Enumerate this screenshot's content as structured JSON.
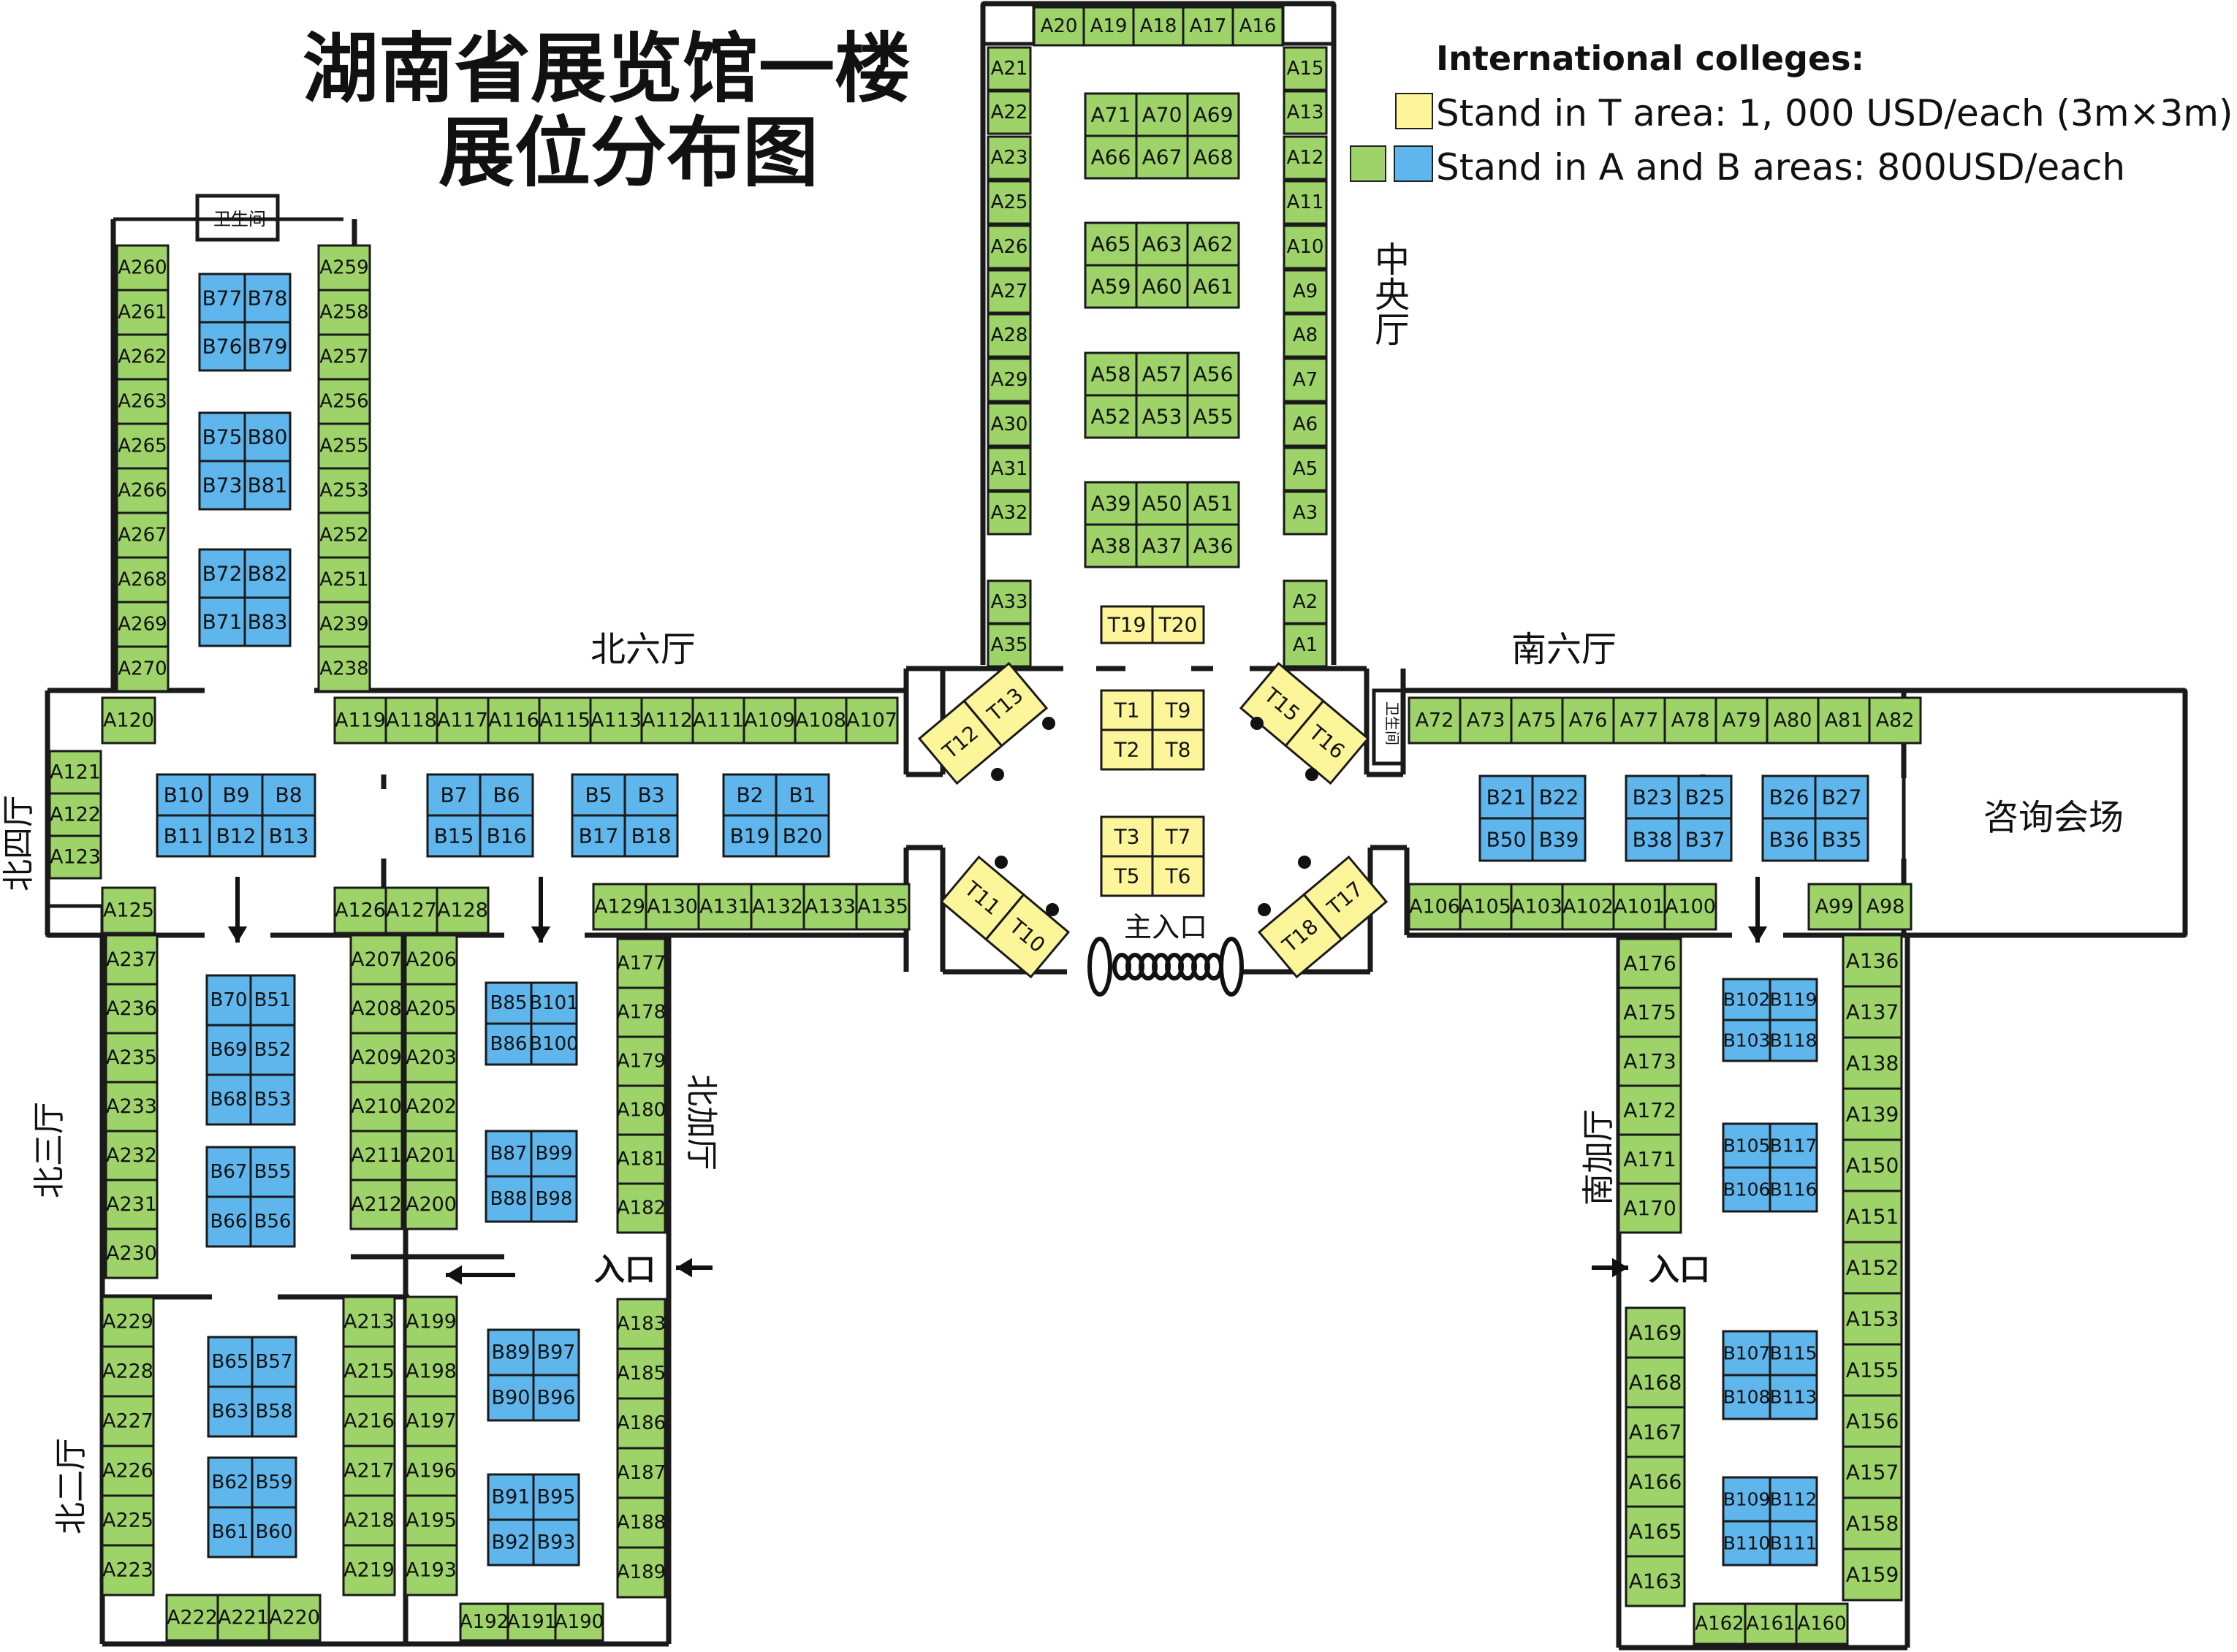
{
  "title": {
    "line1": "湖南省展览馆一楼",
    "line2": "展位分布图"
  },
  "legend": {
    "heading": "International colleges:",
    "t_line": "Stand in T area: 1, 000  USD/each  (3m×3m)",
    "ab_line": "Stand in A  and B areas: 800USD/each"
  },
  "colors": {
    "a_stand": "#9ed36a",
    "b_stand": "#5fb6ec",
    "t_stand": "#fdf59a",
    "wall": "#1a1a1a"
  },
  "halls": {
    "central": "中央厅",
    "north6": "北六厅",
    "south6": "南六厅",
    "north4": "北四厅",
    "north3": "北三厅",
    "north2": "北二厅",
    "north_add": "北加厅",
    "south_add": "南加厅",
    "consult": "咨询会场"
  },
  "labels": {
    "toilet_top": "卫生间",
    "toilet_right": "卫生间",
    "main_entrance": "主入口",
    "entrance_left": "入口",
    "entrance_right": "入口"
  },
  "booths": {
    "central_left": [
      "A21",
      "A22",
      "A23",
      "A25",
      "A26",
      "A27",
      "A28",
      "A29",
      "A30",
      "A31",
      "A32",
      "A33",
      "A35"
    ],
    "central_right": [
      "A15",
      "A13",
      "A12",
      "A11",
      "A10",
      "A9",
      "A8",
      "A7",
      "A6",
      "A5",
      "A3",
      "A2",
      "A1"
    ],
    "central_top": [
      "A20",
      "A19",
      "A18",
      "A17",
      "A16"
    ],
    "central_blocks": [
      [
        "A71",
        "A70",
        "A69"
      ],
      [
        "A66",
        "A67",
        "A68"
      ],
      [
        "A65",
        "A63",
        "A62"
      ],
      [
        "A59",
        "A60",
        "A61"
      ],
      [
        "A58",
        "A57",
        "A56"
      ],
      [
        "A52",
        "A53",
        "A55"
      ],
      [
        "A39",
        "A50",
        "A51"
      ],
      [
        "A38",
        "A37",
        "A36"
      ]
    ],
    "t_center": [
      [
        "T19",
        "T20"
      ],
      [
        "T1",
        "T9"
      ],
      [
        "T2",
        "T8"
      ],
      [
        "T3",
        "T7"
      ],
      [
        "T5",
        "T6"
      ]
    ],
    "t_diag": [
      [
        "T12",
        "T13"
      ],
      [
        "T15",
        "T16"
      ],
      [
        "T11",
        "T10"
      ],
      [
        "T18",
        "T17"
      ]
    ],
    "north6_top": [
      "A119",
      "A118",
      "A117",
      "A116",
      "A115",
      "A113",
      "A112",
      "A111",
      "A109",
      "A108",
      "A107"
    ],
    "north6_bottom": [
      "A129",
      "A130",
      "A131",
      "A132",
      "A133",
      "A135"
    ],
    "north6_mid": [
      "A126",
      "A127",
      "A128"
    ],
    "south6_top": [
      "A72",
      "A73",
      "A75",
      "A76",
      "A77",
      "A78",
      "A79",
      "A80",
      "A81",
      "A82"
    ],
    "south6_bottom": [
      "A106",
      "A105",
      "A103",
      "A102",
      "A101",
      "A100"
    ],
    "south6_bottom_right": [
      "A99",
      "A98"
    ],
    "b_north6": [
      [
        "B10",
        "B9",
        "B8"
      ],
      [
        "B11",
        "B12",
        "B13"
      ],
      [
        "B7",
        "B6"
      ],
      [
        "B15",
        "B16"
      ],
      [
        "B5",
        "B3"
      ],
      [
        "B17",
        "B18"
      ],
      [
        "B2",
        "B1"
      ],
      [
        "B19",
        "B20"
      ]
    ],
    "b_south6": [
      [
        "B21",
        "B22"
      ],
      [
        "B50",
        "B39"
      ],
      [
        "B23",
        "B25"
      ],
      [
        "B38",
        "B37"
      ],
      [
        "B26",
        "B27"
      ],
      [
        "B36",
        "B35"
      ]
    ],
    "north4": [
      "A121",
      "A122",
      "A123"
    ],
    "north4_a": [
      "A120",
      "A125"
    ],
    "n5_left": [
      "A260",
      "A261",
      "A262",
      "A263",
      "A265",
      "A266",
      "A267",
      "A268",
      "A269",
      "A270"
    ],
    "n5_right": [
      "A259",
      "A258",
      "A257",
      "A256",
      "A255",
      "A253",
      "A252",
      "A251",
      "A239",
      "A238"
    ],
    "b_n5": [
      [
        "B77",
        "B78"
      ],
      [
        "B76",
        "B79"
      ],
      [
        "B75",
        "B80"
      ],
      [
        "B73",
        "B81"
      ],
      [
        "B72",
        "B82"
      ],
      [
        "B71",
        "B83"
      ]
    ],
    "n3_left": [
      "A237",
      "A236",
      "A235",
      "A233",
      "A232",
      "A231",
      "A230"
    ],
    "n3_mid1": [
      "A207",
      "A208",
      "A209",
      "A210",
      "A211",
      "A212"
    ],
    "n3_mid2": [
      "A206",
      "A205",
      "A203",
      "A202",
      "A201",
      "A200"
    ],
    "b_n3": [
      [
        "B70",
        "B51"
      ],
      [
        "B69",
        "B52"
      ],
      [
        "B68",
        "B53"
      ],
      [
        "B67",
        "B55"
      ],
      [
        "B66",
        "B56"
      ]
    ],
    "b_n3r": [
      [
        "B85",
        "B101"
      ],
      [
        "B86",
        "B100"
      ],
      [
        "B87",
        "B99"
      ],
      [
        "B88",
        "B98"
      ]
    ],
    "n2_left": [
      "A229",
      "A228",
      "A227",
      "A226",
      "A225",
      "A223"
    ],
    "n2_mid1": [
      "A213",
      "A215",
      "A216",
      "A217",
      "A218",
      "A219"
    ],
    "n2_mid2": [
      "A199",
      "A198",
      "A197",
      "A196",
      "A195",
      "A193"
    ],
    "n2_bottom": [
      "A222",
      "A221",
      "A220"
    ],
    "n2_bottom2": [
      "A192",
      "A191",
      "A190"
    ],
    "b_n2": [
      [
        "B65",
        "B57"
      ],
      [
        "B63",
        "B58"
      ],
      [
        "B62",
        "B59"
      ],
      [
        "B61",
        "B60"
      ]
    ],
    "b_n2r": [
      [
        "B89",
        "B97"
      ],
      [
        "B90",
        "B96"
      ],
      [
        "B91",
        "B95"
      ],
      [
        "B92",
        "B93"
      ]
    ],
    "nadd_upper": [
      "A177",
      "A178",
      "A179",
      "A180",
      "A181",
      "A182"
    ],
    "nadd_lower": [
      "A183",
      "A185",
      "A186",
      "A187",
      "A188",
      "A189"
    ],
    "sadd_upper": [
      "A176",
      "A175",
      "A173",
      "A172",
      "A171",
      "A170"
    ],
    "sadd_lower": [
      "A169",
      "A168",
      "A167",
      "A166",
      "A165",
      "A163"
    ],
    "sadd_bottom": [
      "A162",
      "A161",
      "A160"
    ],
    "s_right": [
      "A136",
      "A137",
      "A138",
      "A139",
      "A150",
      "A151",
      "A152",
      "A153",
      "A155",
      "A156",
      "A157",
      "A158",
      "A159"
    ],
    "b_sadd": [
      [
        "B102",
        "B119"
      ],
      [
        "B103",
        "B118"
      ],
      [
        "B105",
        "B117"
      ],
      [
        "B106",
        "B116"
      ],
      [
        "B107",
        "B115"
      ],
      [
        "B108",
        "B113"
      ],
      [
        "B109",
        "B112"
      ],
      [
        "B110",
        "B111"
      ]
    ]
  }
}
